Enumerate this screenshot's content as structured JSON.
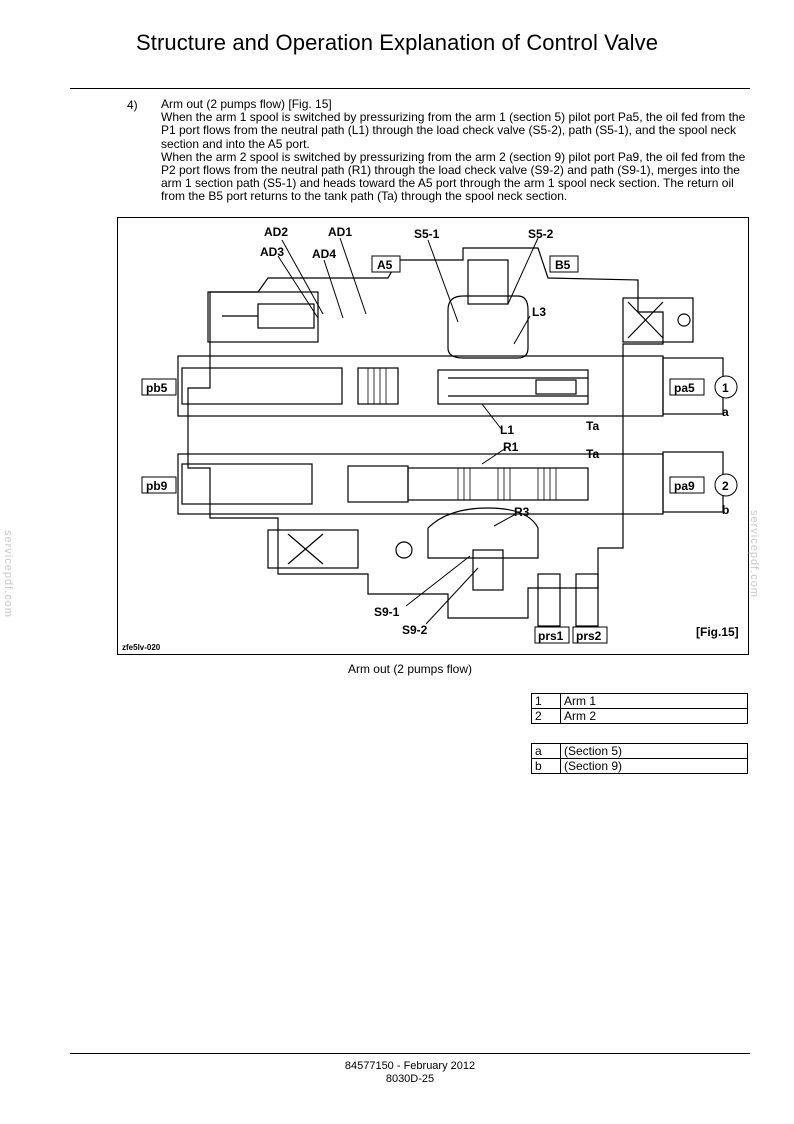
{
  "page": {
    "title": "Structure and Operation Explanation of Control Valve"
  },
  "section": {
    "number": "4)",
    "heading": "Arm out (2 pumps flow) [Fig.  15]",
    "paragraph1": "When the arm 1 spool is switched by pressurizing from the arm 1 (section 5) pilot port Pa5, the oil fed from the P1 port flows from the neutral path (L1) through the load check valve (S5-2), path (S5-1), and the spool neck section and into the A5 port.",
    "paragraph2": "When the arm 2 spool is switched by pressurizing from the arm 2 (section 9) pilot port Pa9, the oil fed from the P2 port flows from the neutral path (R1) through the load check valve (S9-2) and path (S9-1), merges into the arm 1 section path (S5-1) and heads toward the A5 port through the arm 1 spool neck section.  The return oil from the B5 port returns to the tank path (Ta) through the spool neck section."
  },
  "figure": {
    "labels": {
      "ad2": "AD2",
      "ad1": "AD1",
      "ad3": "AD3",
      "ad4": "AD4",
      "a5": "A5",
      "b5": "B5",
      "s5_1": "S5-1",
      "s5_2": "S5-2",
      "l3": "L3",
      "l1": "L1",
      "r1": "R1",
      "r3": "R3",
      "ta1": "Ta",
      "ta2": "Ta",
      "pb5": "pb5",
      "pa5": "pa5",
      "pb9": "pb9",
      "pa9": "pa9",
      "circle1": "1",
      "circle2": "2",
      "sub_a": "a",
      "sub_b": "b",
      "s9_1": "S9-1",
      "s9_2": "S9-2",
      "prs1": "prs1",
      "prs2": "prs2",
      "fig_ref": "[Fig.15]",
      "drawing_code": "zfe5lv-020"
    },
    "caption": "Arm out (2 pumps flow)"
  },
  "legend_numbers": [
    {
      "key": "1",
      "value": "Arm 1"
    },
    {
      "key": "2",
      "value": "Arm 2"
    }
  ],
  "legend_letters": [
    {
      "key": "a",
      "value": "(Section 5)"
    },
    {
      "key": "b",
      "value": "(Section 9)"
    }
  ],
  "footer": {
    "line1": "84577150 - February 2012",
    "line2": "8030D-25"
  },
  "watermark": {
    "text": "servicepdf.com"
  }
}
